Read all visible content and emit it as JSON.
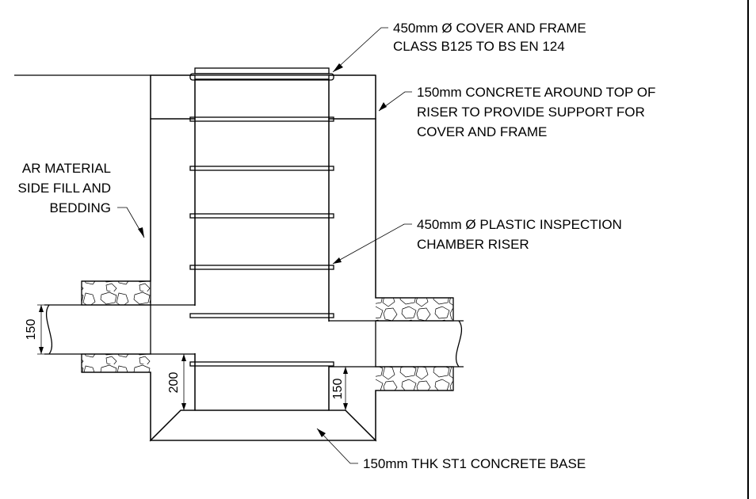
{
  "labels": {
    "cover_line1": "450mm Ø COVER AND FRAME",
    "cover_line2": "CLASS B125 TO BS EN 124",
    "concrete_line1": "150mm CONCRETE AROUND TOP OF",
    "concrete_line2": "RISER TO PROVIDE SUPPORT FOR",
    "concrete_line3": "COVER AND FRAME",
    "granular_line1": "AR MATERIAL",
    "granular_line2": "SIDE FILL AND",
    "granular_line3": "BEDDING",
    "riser_line1": "450mm Ø PLASTIC INSPECTION",
    "riser_line2": "CHAMBER RISER",
    "base": "150mm THK ST1 CONCRETE BASE"
  },
  "dimensions": {
    "pipe_diameter": "150",
    "invert_clearance": "200",
    "base_clearance": "150"
  }
}
